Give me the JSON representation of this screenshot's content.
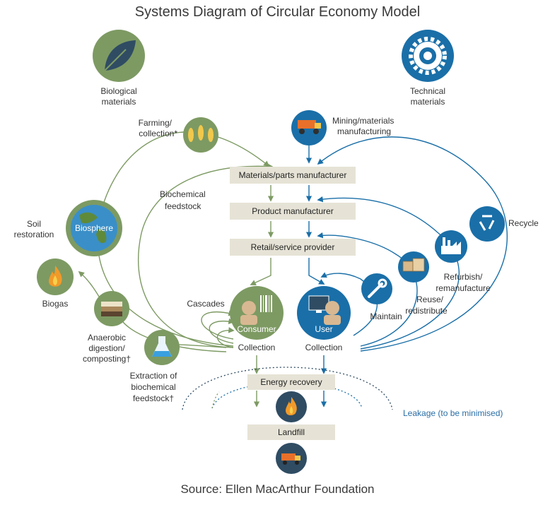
{
  "title": "Systems Diagram of Circular Economy Model",
  "source": "Source: Ellen MacArthur Foundation",
  "colors": {
    "biological": "#7d9a63",
    "technical": "#1a6fa8",
    "box": "#e6e3d6",
    "dark_node": "#2f4c63"
  },
  "biological": {
    "heading_line1": "Biological",
    "heading_line2": "materials",
    "farming_line1": "Farming/",
    "farming_line2": "collection*",
    "biochemical_line1": "Biochemical",
    "biochemical_line2": "feedstock",
    "soil_line1": "Soil",
    "soil_line2": "restoration",
    "biosphere": "Biosphere",
    "biogas": "Biogas",
    "anaerobic_line1": "Anaerobic",
    "anaerobic_line2": "digestion/",
    "anaerobic_line3": "composting†",
    "cascades": "Cascades",
    "extraction_line1": "Extraction of",
    "extraction_line2": "biochemical",
    "extraction_line3": "feedstock†",
    "consumer": "Consumer",
    "collection": "Collection"
  },
  "technical": {
    "heading_line1": "Technical",
    "heading_line2": "materials",
    "mining_line1": "Mining/materials",
    "mining_line2": "manufacturing",
    "recycle": "Recycle",
    "refurbish_line1": "Refurbish/",
    "refurbish_line2": "remanufacture",
    "reuse_line1": "Reuse/",
    "reuse_line2": "redistribute",
    "maintain": "Maintain",
    "user": "User",
    "collection": "Collection"
  },
  "flow": {
    "materials": "Materials/parts manufacturer",
    "product": "Product manufacturer",
    "retail": "Retail/service provider",
    "energy": "Energy recovery",
    "landfill": "Landfill",
    "leakage": "Leakage (to be minimised)"
  },
  "icons": [
    "leaf-icon",
    "gear-icon",
    "wheat-fish-icon",
    "truck-icon",
    "globe-icon",
    "flame-icon",
    "compost-icon",
    "flask-icon",
    "barcode-icon",
    "computer-icon",
    "wrench-icon",
    "boxes-icon",
    "factory-icon",
    "recycle-icon",
    "dump-truck-icon"
  ]
}
